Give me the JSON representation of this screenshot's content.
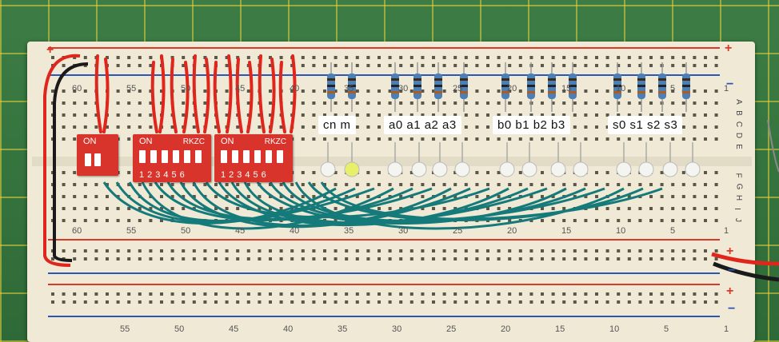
{
  "labels": {
    "cn_m": "cn m",
    "a": "a0 a1 a2 a3",
    "b": "b0 b1 b2 b3",
    "s": "s0 s1 s2 s3"
  },
  "dip_switches": [
    {
      "on": "ON",
      "brand": "",
      "positions": ""
    },
    {
      "on": "ON",
      "brand": "RKZC",
      "positions": "123456"
    },
    {
      "on": "ON",
      "brand": "RKZC",
      "positions": "123456"
    }
  ],
  "column_numbers_top": [
    "60",
    "55",
    "50",
    "45",
    "40",
    "35",
    "30",
    "25",
    "20",
    "15",
    "10",
    "5",
    "1"
  ],
  "column_numbers_mid": [
    "60",
    "55",
    "50",
    "45",
    "40",
    "35",
    "30",
    "25",
    "20",
    "15",
    "10",
    "5",
    "1"
  ],
  "column_numbers_bottom": [
    "55",
    "50",
    "45",
    "40",
    "35",
    "30",
    "25",
    "20",
    "15",
    "10",
    "5",
    "1"
  ],
  "row_letters_top": [
    "A",
    "B",
    "C",
    "D",
    "E"
  ],
  "row_letters_bottom": [
    "F",
    "G",
    "H",
    "I",
    "J"
  ],
  "rail_signs": {
    "plus": "+",
    "minus": "−"
  },
  "colors": {
    "red_wire": "#e0261c",
    "teal_wire": "#147a7a",
    "board": "#efe9d6",
    "rail_red": "#d83a2a",
    "rail_blue": "#2a56b8",
    "dip": "#d8342c"
  }
}
